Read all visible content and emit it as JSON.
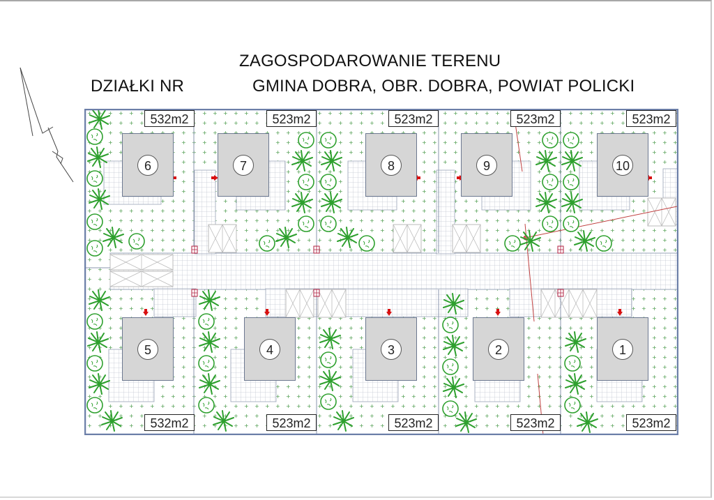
{
  "title": {
    "line1": "ZAGOSPODAROWANIE TERENU",
    "line2_left": "DZIAŁKI NR",
    "line2_right": "GMINA DOBRA, OBR. DOBRA, POWIAT POLICKI"
  },
  "plots": {
    "top": [
      {
        "number": "6",
        "area": "532m2"
      },
      {
        "number": "7",
        "area": "523m2"
      },
      {
        "number": "8",
        "area": "523m2"
      },
      {
        "number": "9",
        "area": "523m2"
      },
      {
        "number": "10",
        "area": "523m2"
      }
    ],
    "bottom": [
      {
        "number": "5",
        "area": "532m2"
      },
      {
        "number": "4",
        "area": "523m2"
      },
      {
        "number": "3",
        "area": "523m2"
      },
      {
        "number": "2",
        "area": "523m2"
      },
      {
        "number": "1",
        "area": "523m2"
      }
    ]
  },
  "symbols": {
    "north_arrow": "north-arrow-icon",
    "entrance": "red-arrow-entrance",
    "tree": "tree-shrub-symbol",
    "parking": "parking-x-box",
    "utility": "utility-box"
  },
  "colors": {
    "boundary": "#6c7fa8",
    "house_fill": "#d6d6d6",
    "vegetation": "#2ea02e",
    "arrow": "#d81010",
    "survey_line": "#c04040"
  }
}
